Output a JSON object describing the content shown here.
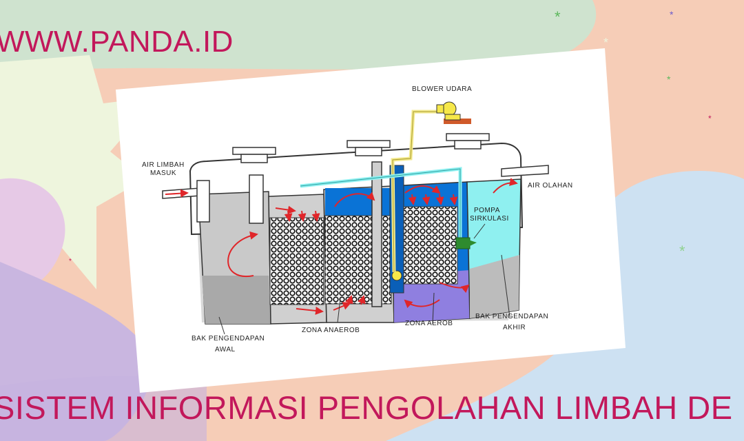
{
  "site": {
    "url": "WWW.PANDA.ID"
  },
  "banner": {
    "title": "SISTEM INFORMASI PENGOLAHAN LIMBAH DE"
  },
  "diagram": {
    "labels": {
      "blower": "BLOWER UDARA",
      "inlet_line1": "AIR LIMBAH",
      "inlet_line2": "MASUK",
      "outlet": "AIR OLAHAN",
      "pump_line1": "POMPA",
      "pump_line2": "SIRKULASI",
      "bak_awal_line1": "BAK PENGENDAPAN",
      "bak_awal_line2": "AWAL",
      "anaerob": "ZONA ANAEROB",
      "aerob": "ZONA AEROB",
      "bak_akhir_line1": "BAK PENGENDAPAN",
      "bak_akhir_line2": "AKHIR"
    }
  },
  "colors": {
    "accent_text": "#c2185b",
    "water_blue": "#0a73d6",
    "water_cyan": "#8ff0f0",
    "sludge_grey": "#b5b5b5",
    "purple_zone": "#8f7fe0"
  }
}
